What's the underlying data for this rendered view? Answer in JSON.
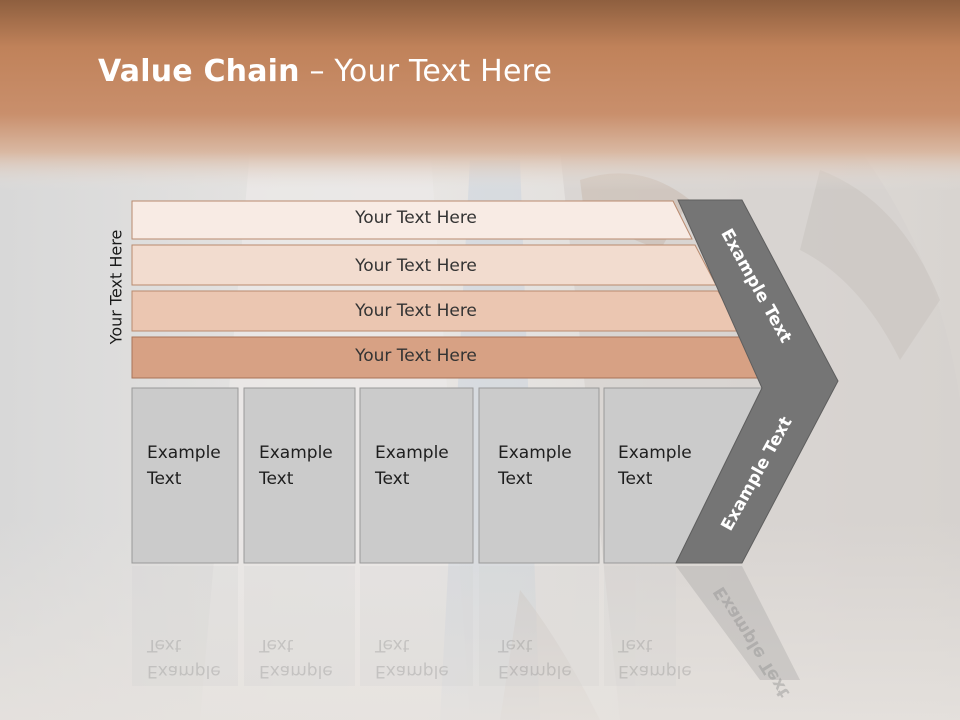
{
  "title": {
    "bold": "Value Chain",
    "rest": " – Your Text Here"
  },
  "side_label": "Your Text Here",
  "bands": [
    "Your Text Here",
    "Your Text Here",
    "Your Text Here",
    "Your Text Here"
  ],
  "boxes": [
    {
      "line1": "Example",
      "line2": "Text"
    },
    {
      "line1": "Example",
      "line2": "Text"
    },
    {
      "line1": "Example",
      "line2": "Text"
    },
    {
      "line1": "Example",
      "line2": "Text"
    },
    {
      "line1": "Example",
      "line2": "Text"
    }
  ],
  "arrow": {
    "upper_label": "Example Text",
    "lower_label": "Example Text"
  },
  "colors": {
    "header_band": "#c0825a",
    "band_1": "#f8ebe4",
    "band_2": "#f2dccf",
    "band_3": "#ebc6b1",
    "band_4": "#d7a184",
    "box_fill": "#cbcbcb",
    "arrow_fill": "#757575"
  }
}
